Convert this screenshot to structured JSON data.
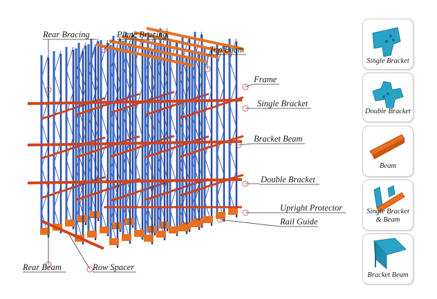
{
  "labels": {
    "rear_bracing": "Rear Bracing",
    "plane_bracing": "Plane Bracing",
    "top_beam": "Top Beam",
    "frame": "Frame",
    "single_bracket": "Single Bracket",
    "bracket_beam": "Bracket Beam",
    "double_bracket": "Double Bracket",
    "upright_protector": "Upright Protector",
    "rail_guide": "Rail Guide",
    "rear_beam": "Rear Beam",
    "row_spacer": "Row Spacer"
  },
  "components": [
    {
      "caption": "Single Bracket",
      "icon": "single-bracket-icon"
    },
    {
      "caption": "Double Bracket",
      "icon": "double-bracket-icon"
    },
    {
      "caption": "Beam",
      "icon": "beam-icon"
    },
    {
      "caption": "Single Bracket & Beam",
      "icon": "single-bracket-beam-icon"
    },
    {
      "caption": "Bracket Beam",
      "icon": "bracket-beam-icon"
    }
  ],
  "colors": {
    "upright_blue": "#3a66c4",
    "upright_dark": "#2a4a96",
    "beam_orange": "#e8701e",
    "beam_red": "#d2421a",
    "component_teal": "#2aa3c8",
    "leader_line": "#333333",
    "callout_circle": "#d06060"
  }
}
